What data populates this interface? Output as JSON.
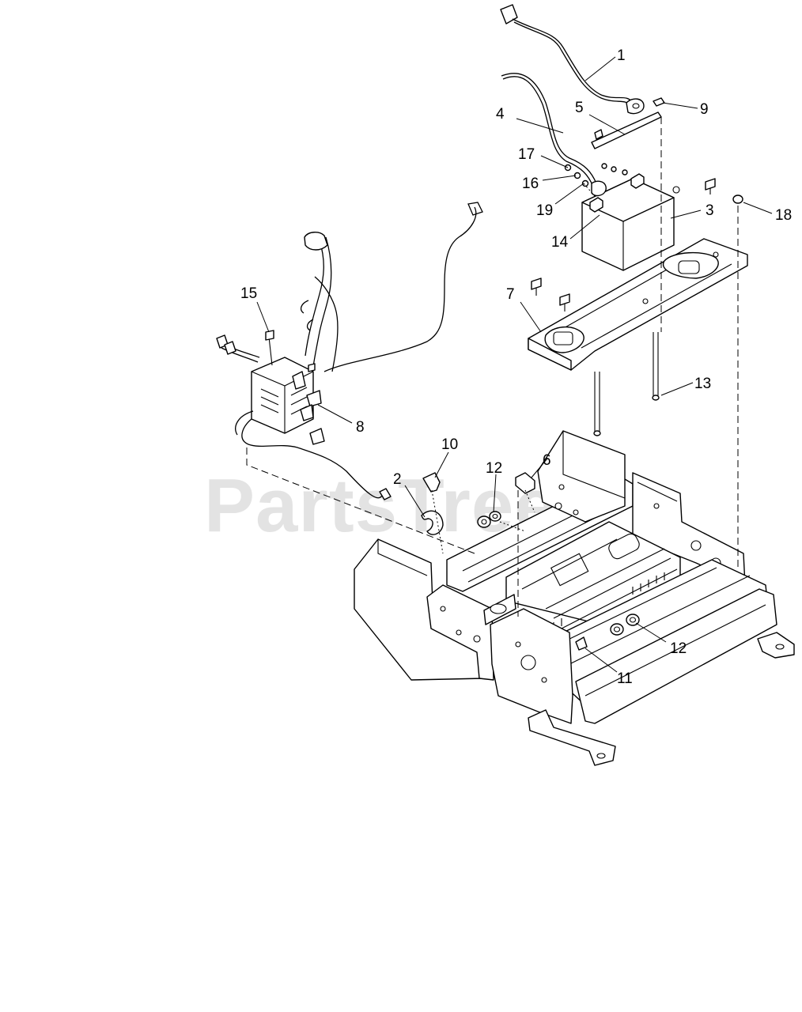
{
  "watermark": {
    "text": "PartsTree",
    "trademark": "™"
  },
  "callouts": [
    "1",
    "2",
    "3",
    "4",
    "5",
    "6",
    "7",
    "8",
    "9",
    "10",
    "11",
    "12",
    "12",
    "13",
    "14",
    "15",
    "16",
    "17",
    "18",
    "19"
  ]
}
